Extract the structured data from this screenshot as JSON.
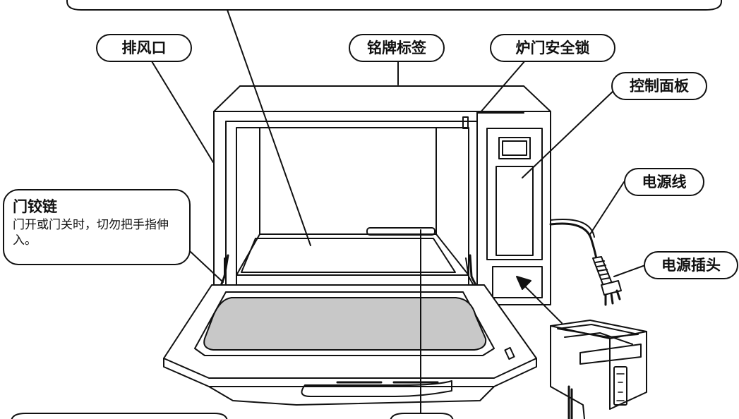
{
  "labels": {
    "exhaust_vent": "排风口",
    "nameplate": "铭牌标签",
    "door_safety_lock": "炉门安全锁",
    "control_panel": "控制面板",
    "power_cord": "电源线",
    "power_plug": "电源插头"
  },
  "hinge_note": {
    "title": "门铰链",
    "text": "门开或门关时，切勿把手指伸入。"
  }
}
